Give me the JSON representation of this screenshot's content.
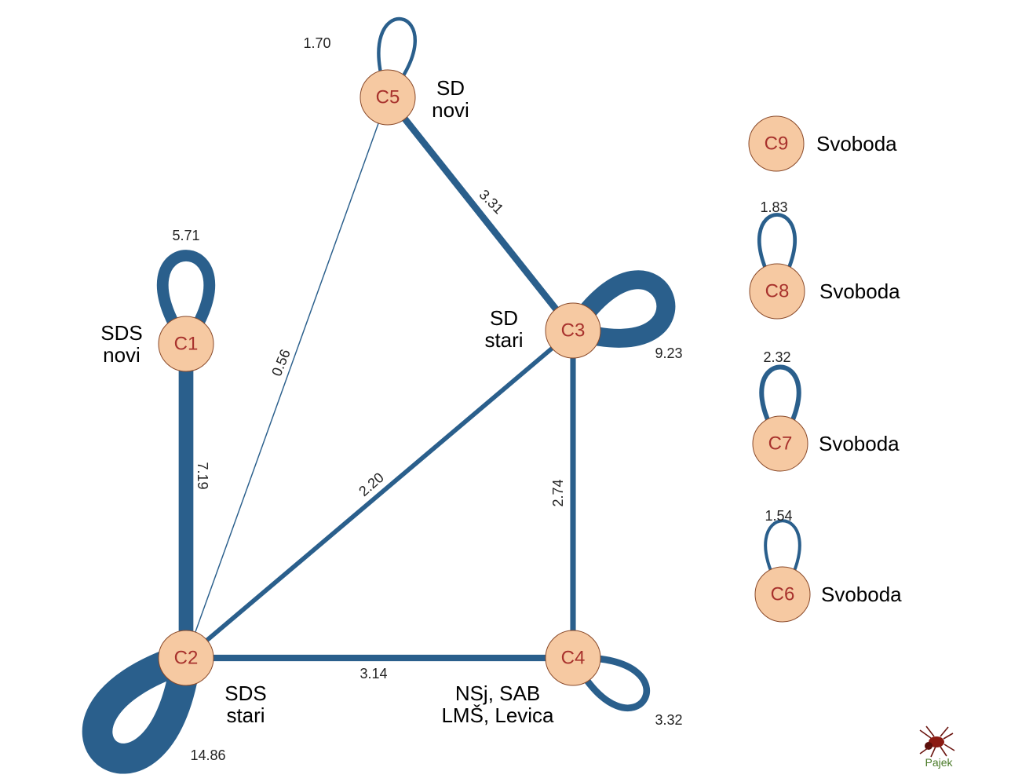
{
  "colors": {
    "edge": "#2a5f8c",
    "node_fill": "#f6c9a2",
    "node_label": "#a8322d",
    "logo": "#4a7a28"
  },
  "nodes": [
    {
      "id": "C1",
      "label": "C1"
    },
    {
      "id": "C2",
      "label": "C2"
    },
    {
      "id": "C3",
      "label": "C3"
    },
    {
      "id": "C4",
      "label": "C4"
    },
    {
      "id": "C5",
      "label": "C5"
    },
    {
      "id": "C6",
      "label": "C6"
    },
    {
      "id": "C7",
      "label": "C7"
    },
    {
      "id": "C8",
      "label": "C8"
    },
    {
      "id": "C9",
      "label": "C9"
    }
  ],
  "party_labels": {
    "C1": [
      "SDS",
      "novi"
    ],
    "C2": [
      "SDS",
      "stari"
    ],
    "C3": [
      "SD",
      "stari"
    ],
    "C4": [
      "NSj, SAB",
      "LMŠ, Levica"
    ],
    "C5": [
      "SD",
      "novi"
    ],
    "C6": [
      "Svoboda"
    ],
    "C7": [
      "Svoboda"
    ],
    "C8": [
      "Svoboda"
    ],
    "C9": [
      "Svoboda"
    ]
  },
  "edges": [
    {
      "from": "C1",
      "to": "C2",
      "weight": 7.19,
      "label": "7.19"
    },
    {
      "from": "C2",
      "to": "C5",
      "weight": 0.56,
      "label": "0.56"
    },
    {
      "from": "C2",
      "to": "C3",
      "weight": 2.2,
      "label": "2.20"
    },
    {
      "from": "C2",
      "to": "C4",
      "weight": 3.14,
      "label": "3.14"
    },
    {
      "from": "C3",
      "to": "C4",
      "weight": 2.74,
      "label": "2.74"
    },
    {
      "from": "C3",
      "to": "C5",
      "weight": 3.31,
      "label": "3.31"
    }
  ],
  "loops": [
    {
      "node": "C1",
      "weight": 5.71,
      "label": "5.71"
    },
    {
      "node": "C2",
      "weight": 14.86,
      "label": "14.86"
    },
    {
      "node": "C3",
      "weight": 9.23,
      "label": "9.23"
    },
    {
      "node": "C4",
      "weight": 3.32,
      "label": "3.32"
    },
    {
      "node": "C5",
      "weight": 1.7,
      "label": "1.70"
    },
    {
      "node": "C6",
      "weight": 1.54,
      "label": "1.54"
    },
    {
      "node": "C7",
      "weight": 2.32,
      "label": "2.32"
    },
    {
      "node": "C8",
      "weight": 1.83,
      "label": "1.83"
    }
  ],
  "logo": {
    "text": "Pajek",
    "icon": "spider-icon"
  }
}
